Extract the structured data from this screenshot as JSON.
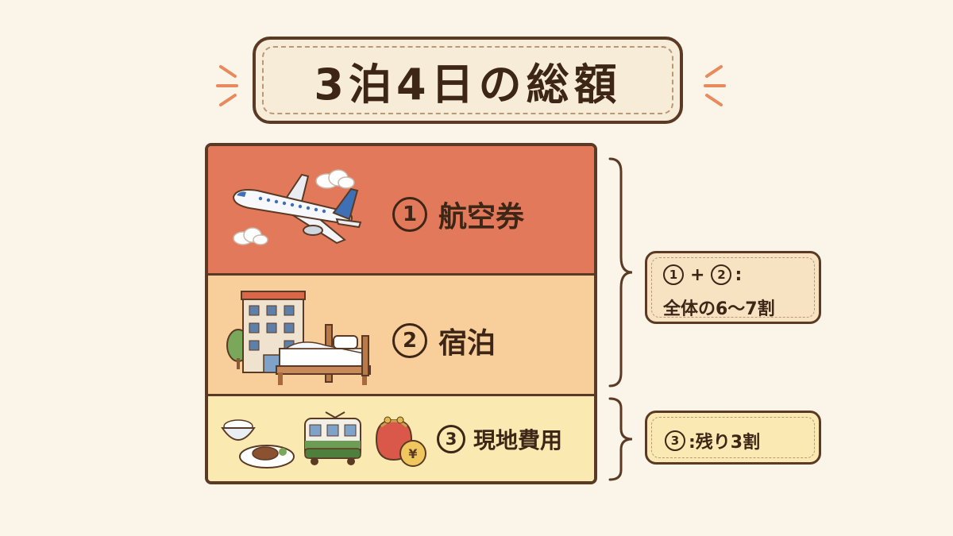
{
  "title": "3泊4日の総額",
  "rows": [
    {
      "num": "1",
      "label": "航空券",
      "illustration": "airplane-with-clouds"
    },
    {
      "num": "2",
      "label": "宿泊",
      "illustration": "hotel-building-and-bed"
    },
    {
      "num": "3",
      "label": "現地費用",
      "illustration": "food-train-coin-purse-yen"
    }
  ],
  "notes": {
    "upper": {
      "num_a": "1",
      "plus": "+",
      "num_b": "2",
      "colon": ":",
      "line2": "全体の6〜7割"
    },
    "lower": {
      "num": "3",
      "text": ":残り3割"
    }
  },
  "colors": {
    "airfare": "#e2795a",
    "lodging": "#f8cf9b",
    "local": "#faeab2",
    "outline": "#5a3a24",
    "spark": "#e98a5c"
  }
}
